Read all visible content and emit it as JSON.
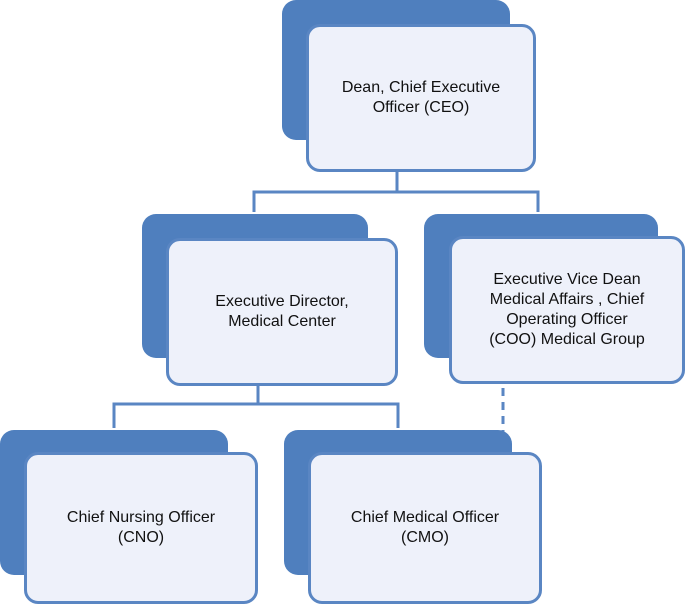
{
  "nodes": {
    "ceo": {
      "label": "Dean, Chief Executive\nOfficer (CEO)"
    },
    "executive_director": {
      "label": "Executive Director,\nMedical Center"
    },
    "coo": {
      "label": "Executive Vice Dean\nMedical Affairs , Chief\nOperating Officer\n(COO) Medical Group"
    },
    "cno": {
      "label": "Chief Nursing Officer\n(CNO)"
    },
    "cmo": {
      "label": "Chief Medical Officer\n(CMO)"
    }
  },
  "relations": [
    {
      "from": "ceo",
      "to": "executive_director",
      "style": "solid"
    },
    {
      "from": "ceo",
      "to": "coo",
      "style": "solid"
    },
    {
      "from": "executive_director",
      "to": "cno",
      "style": "solid"
    },
    {
      "from": "executive_director",
      "to": "cmo",
      "style": "solid"
    },
    {
      "from": "cmo",
      "to": "coo",
      "style": "dashed-arrow"
    }
  ],
  "colors": {
    "shadow": "#4f7fbe",
    "card_fill": "#eef1fa",
    "card_border": "#5a86c3",
    "connector": "#5a86c3"
  }
}
